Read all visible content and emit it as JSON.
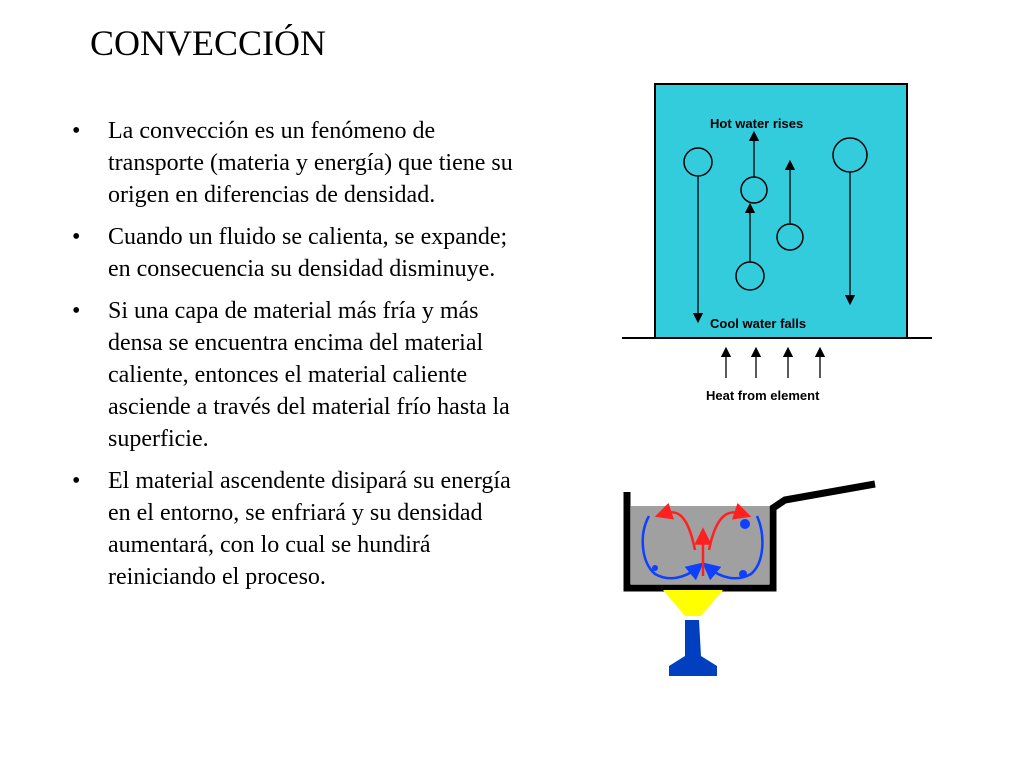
{
  "slide": {
    "title": "CONVECCIÓN",
    "bullet_marker": "•",
    "bullets": [
      "La convección es un fenómeno de transporte (materia y energía) que tiene su origen en diferencias de densidad.",
      "Cuando un fluido se calienta, se expande; en consecuencia su densidad disminuye.",
      "Si una capa de material más fría y más densa se encuentra encima del material caliente, entonces el material caliente asciende a través del material frío hasta la superficie.",
      "El material ascendente disipará su energía en el entorno, se enfriará y su densidad aumentará, con lo cual se hundirá reiniciando el proceso."
    ]
  },
  "water_diagram": {
    "label_top": "Hot water rises",
    "label_bottom": "Cool water falls",
    "label_heat": "Heat from element",
    "colors": {
      "water": "#33ccdd",
      "outline": "#000000"
    }
  },
  "pot_diagram": {
    "colors": {
      "liquid": "#a0a0a0",
      "hot_flow": "#ff2020",
      "cold_flow": "#1040ff",
      "flame": "#ffff00",
      "burner": "#0040c0",
      "pot": "#000000"
    }
  }
}
